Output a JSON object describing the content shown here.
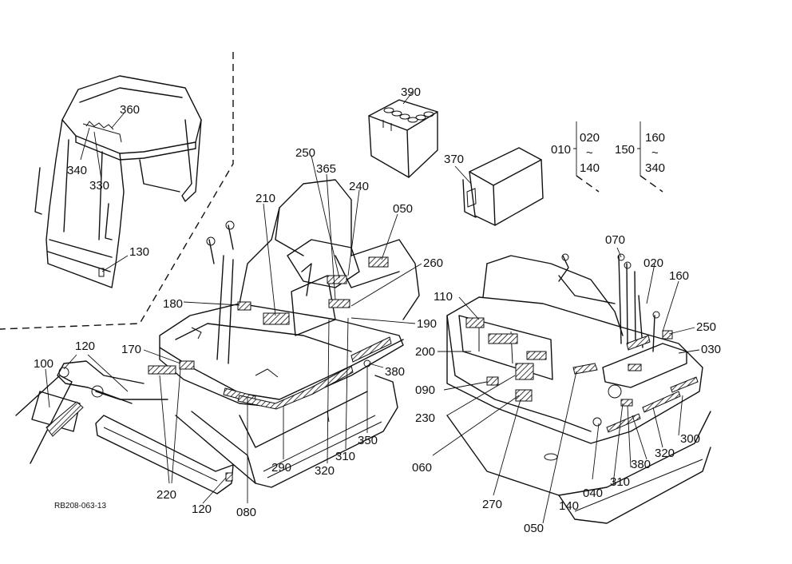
{
  "diagram": {
    "drawing_code": "RB208-063-13",
    "range_groups": [
      {
        "prefix": "010",
        "from": "020",
        "tilde": "~",
        "to": "140"
      },
      {
        "prefix": "150",
        "from": "160",
        "tilde": "~",
        "to": "340"
      }
    ],
    "callouts": [
      "360",
      "340",
      "330",
      "130",
      "390",
      "370",
      "250",
      "365",
      "240",
      "210",
      "050",
      "260",
      "180",
      "190",
      "170",
      "120",
      "100",
      "380",
      "220",
      "120",
      "080",
      "290",
      "320",
      "310",
      "350",
      "070",
      "020",
      "160",
      "110",
      "250",
      "030",
      "200",
      "090",
      "230",
      "060",
      "270",
      "050",
      "140",
      "040",
      "310",
      "380",
      "320",
      "300"
    ]
  }
}
